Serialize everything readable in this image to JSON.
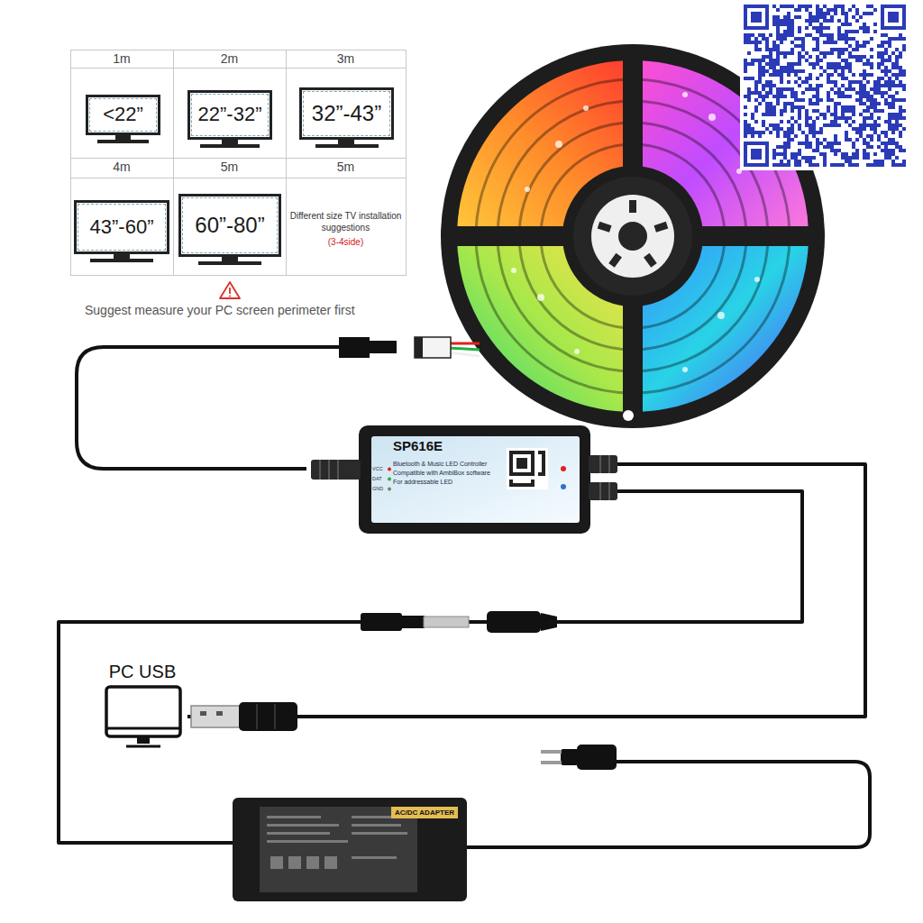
{
  "diagram": {
    "nodes": [
      {
        "text": [
          "1m"
        ]
      },
      {
        "text": [
          "<22”"
        ],
        "in": 0
      },
      {
        "text": [
          "2m"
        ]
      },
      {
        "text": [
          "22”-32”"
        ],
        "in": 2
      },
      {
        "text": [
          "3m"
        ]
      },
      {
        "text": [
          "32”-43”"
        ],
        "in": 4
      },
      {
        "text": [
          "4m"
        ]
      },
      {
        "text": [
          "43”-60”"
        ],
        "in": 6
      },
      {
        "text": [
          "5m"
        ]
      },
      {
        "text": [
          "60”-80”"
        ],
        "in": 8
      },
      {
        "text": [
          "5m",
          "Different size TV installation suggestions",
          "(3-4side)"
        ]
      },
      {
        "text": [
          "SP616E",
          "Bluetooth & Music LED Controller",
          "Compatible with AmbiBox software",
          "For addressable LED"
        ]
      },
      {
        "text": [
          "PC USB"
        ]
      },
      {
        "text": [
          "AC/DC ADAPTER"
        ]
      }
    ],
    "edges": [
      {
        "from": 11,
        "to": 12,
        "arrow": "none"
      },
      {
        "from": 13,
        "to": 11,
        "arrow": "none"
      }
    ],
    "labels": [
      "Suggest measure your PC screen perimeter first",
      "VCC",
      "DAT",
      "GND"
    ]
  }
}
